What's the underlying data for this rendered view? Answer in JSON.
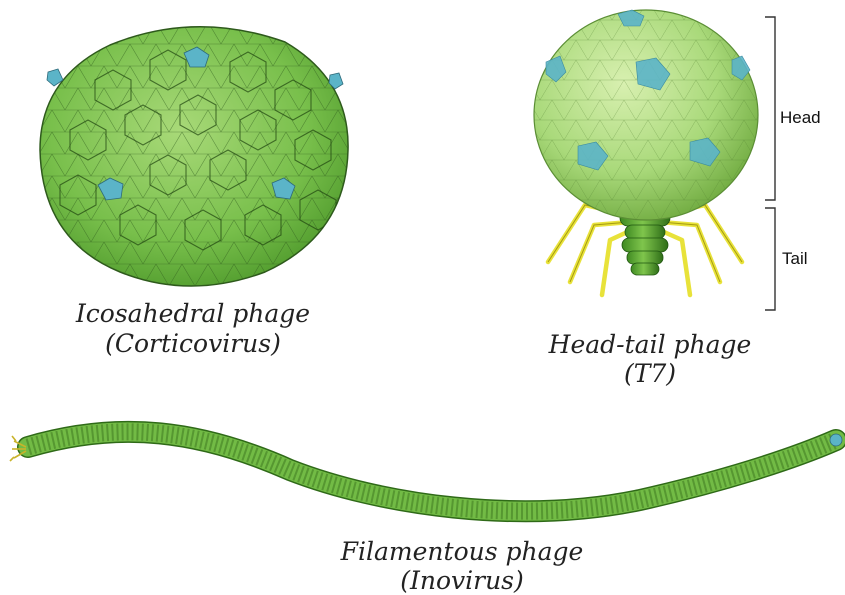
{
  "labels": {
    "icosahedral": {
      "line1": "Icosahedral phage",
      "line2": "(Corticovirus)"
    },
    "headtail": {
      "line1": "Head-tail phage",
      "line2": "(T7)"
    },
    "filamentous": {
      "line1": "Filamentous phage",
      "line2": "(Inovirus)"
    }
  },
  "parts": {
    "head": "Head",
    "tail": "Tail"
  },
  "colors": {
    "capsid": "#7cc44e",
    "capsid_light": "#b5df86",
    "capsid_dark": "#4e9a2a",
    "pentamer": "#5bb4c8",
    "tail_fiber": "#e8e23a",
    "outline": "#2e5a1c"
  }
}
